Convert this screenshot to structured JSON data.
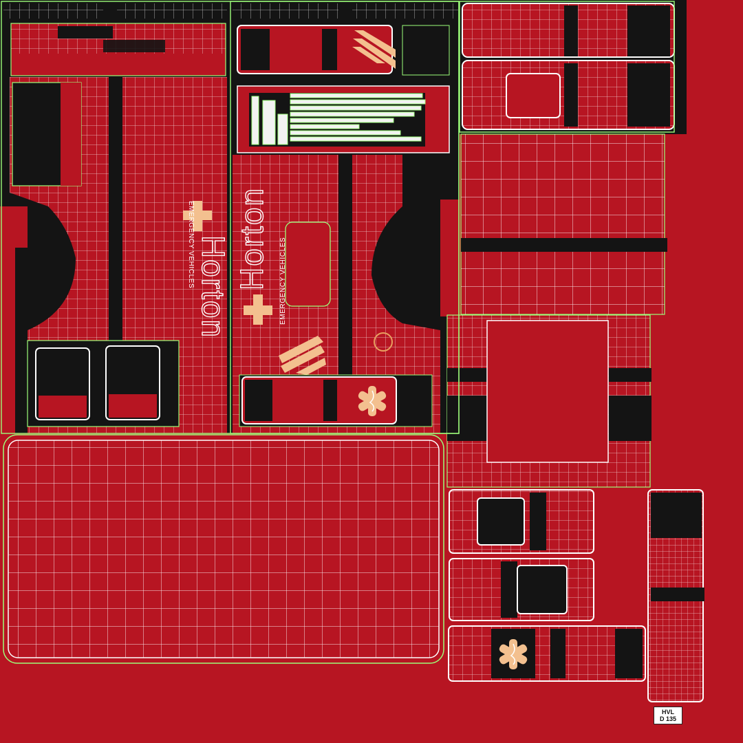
{
  "texture": {
    "background_color": "#b71522",
    "panel_dark_color": "#141414",
    "seam_color": "#9dff7a",
    "wire_color": "#ffffff",
    "accent_color": "#f3c08f"
  },
  "branding": {
    "logo_word": "Horton",
    "logo_tagline": "EMERGENCY VEHICLES"
  },
  "license_plate": {
    "line1": "HVL",
    "line2": "D 135"
  },
  "icons": [
    "star-of-life-icon",
    "plus-cross-icon",
    "chevron-stripes-icon"
  ]
}
